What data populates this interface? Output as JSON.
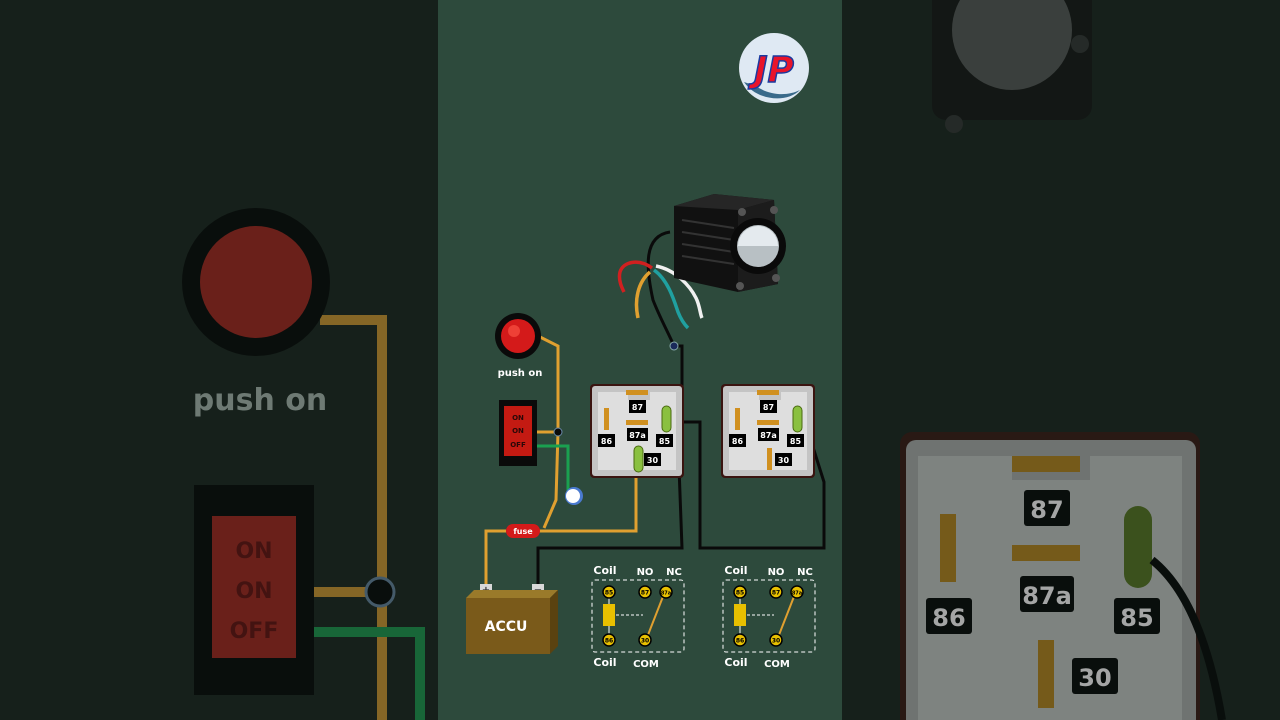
{
  "diagram": {
    "logo_text": "JP",
    "push_button_label": "push on",
    "rocker_switch": {
      "labels": [
        "ON",
        "ON",
        "OFF"
      ]
    },
    "fuse_label": "fuse",
    "battery": {
      "label": "ACCU",
      "plus": "+",
      "minus": "−"
    },
    "relay_pins": {
      "p87": "87",
      "p86": "86",
      "p87a": "87a",
      "p85": "85",
      "p30": "30"
    },
    "schematic": {
      "coil_top": "Coil",
      "coil_bottom": "Coil",
      "no": "NO",
      "nc": "NC",
      "com": "COM",
      "pins": {
        "p85": "85",
        "p86": "86",
        "p87": "87",
        "p87a": "87a",
        "p30": "30"
      }
    }
  },
  "colors": {
    "panel_bg": "#2d4a3c",
    "wire_orange": "#e0a030",
    "wire_black": "#0a0a0a",
    "wire_green": "#1aa050",
    "wire_red": "#d02020",
    "wire_teal": "#20a0a0",
    "wire_white": "#f0f0f0",
    "relay_body": "#c8c8c8",
    "battery_body": "#7a5a1a"
  }
}
